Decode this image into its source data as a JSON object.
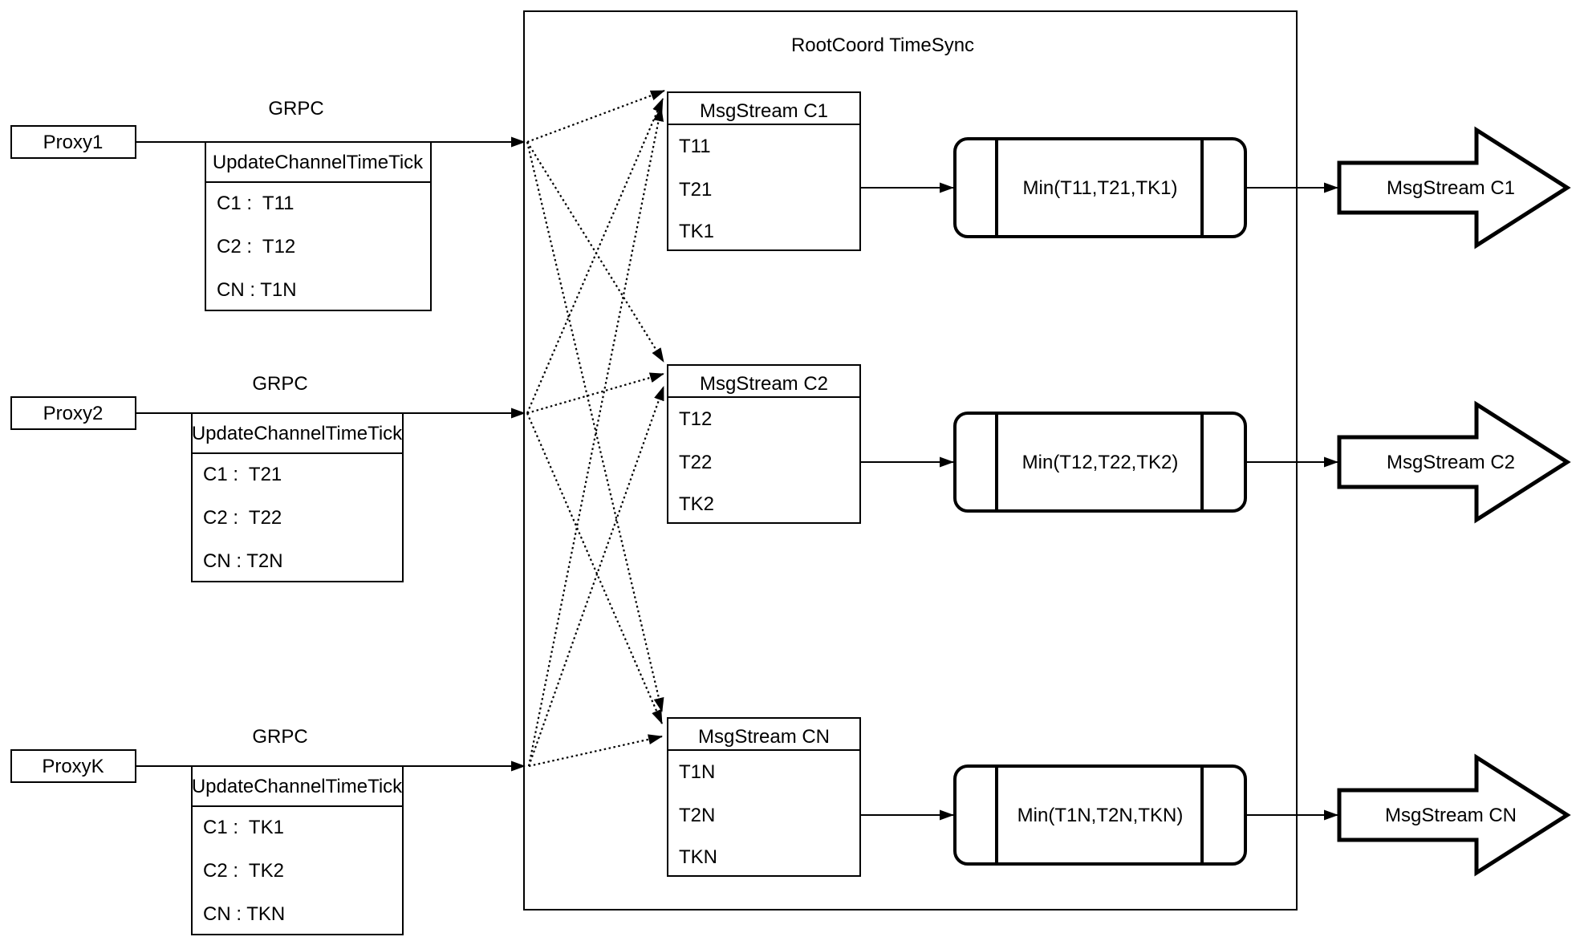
{
  "title": "RootCoord TimeSync",
  "colors": {
    "stroke": "#000000",
    "background": "#ffffff"
  },
  "proxies": [
    {
      "name": "Proxy1",
      "grpc": "GRPC",
      "table": {
        "header": "UpdateChannelTimeTick",
        "rows": [
          "C1 :  T11",
          "C2 :  T12",
          "CN : T1N"
        ]
      }
    },
    {
      "name": "Proxy2",
      "grpc": "GRPC",
      "table": {
        "header": "UpdateChannelTimeTick",
        "rows": [
          "C1 :  T21",
          "C2 :  T22",
          "CN : T2N"
        ]
      }
    },
    {
      "name": "ProxyK",
      "grpc": "GRPC",
      "table": {
        "header": "UpdateChannelTimeTick",
        "rows": [
          "C1 :  TK1",
          "C2 :  TK2",
          "CN : TKN"
        ]
      }
    }
  ],
  "streams": [
    {
      "header": "MsgStream C1",
      "rows": [
        "T11",
        "T21",
        "TK1"
      ],
      "min": "Min(T11,T21,TK1)",
      "out": "MsgStream C1"
    },
    {
      "header": "MsgStream C2",
      "rows": [
        "T12",
        "T22",
        "TK2"
      ],
      "min": "Min(T12,T22,TK2)",
      "out": "MsgStream C2"
    },
    {
      "header": "MsgStream CN",
      "rows": [
        "T1N",
        "T2N",
        "TKN"
      ],
      "min": "Min(T1N,T2N,TKN)",
      "out": "MsgStream CN"
    }
  ]
}
